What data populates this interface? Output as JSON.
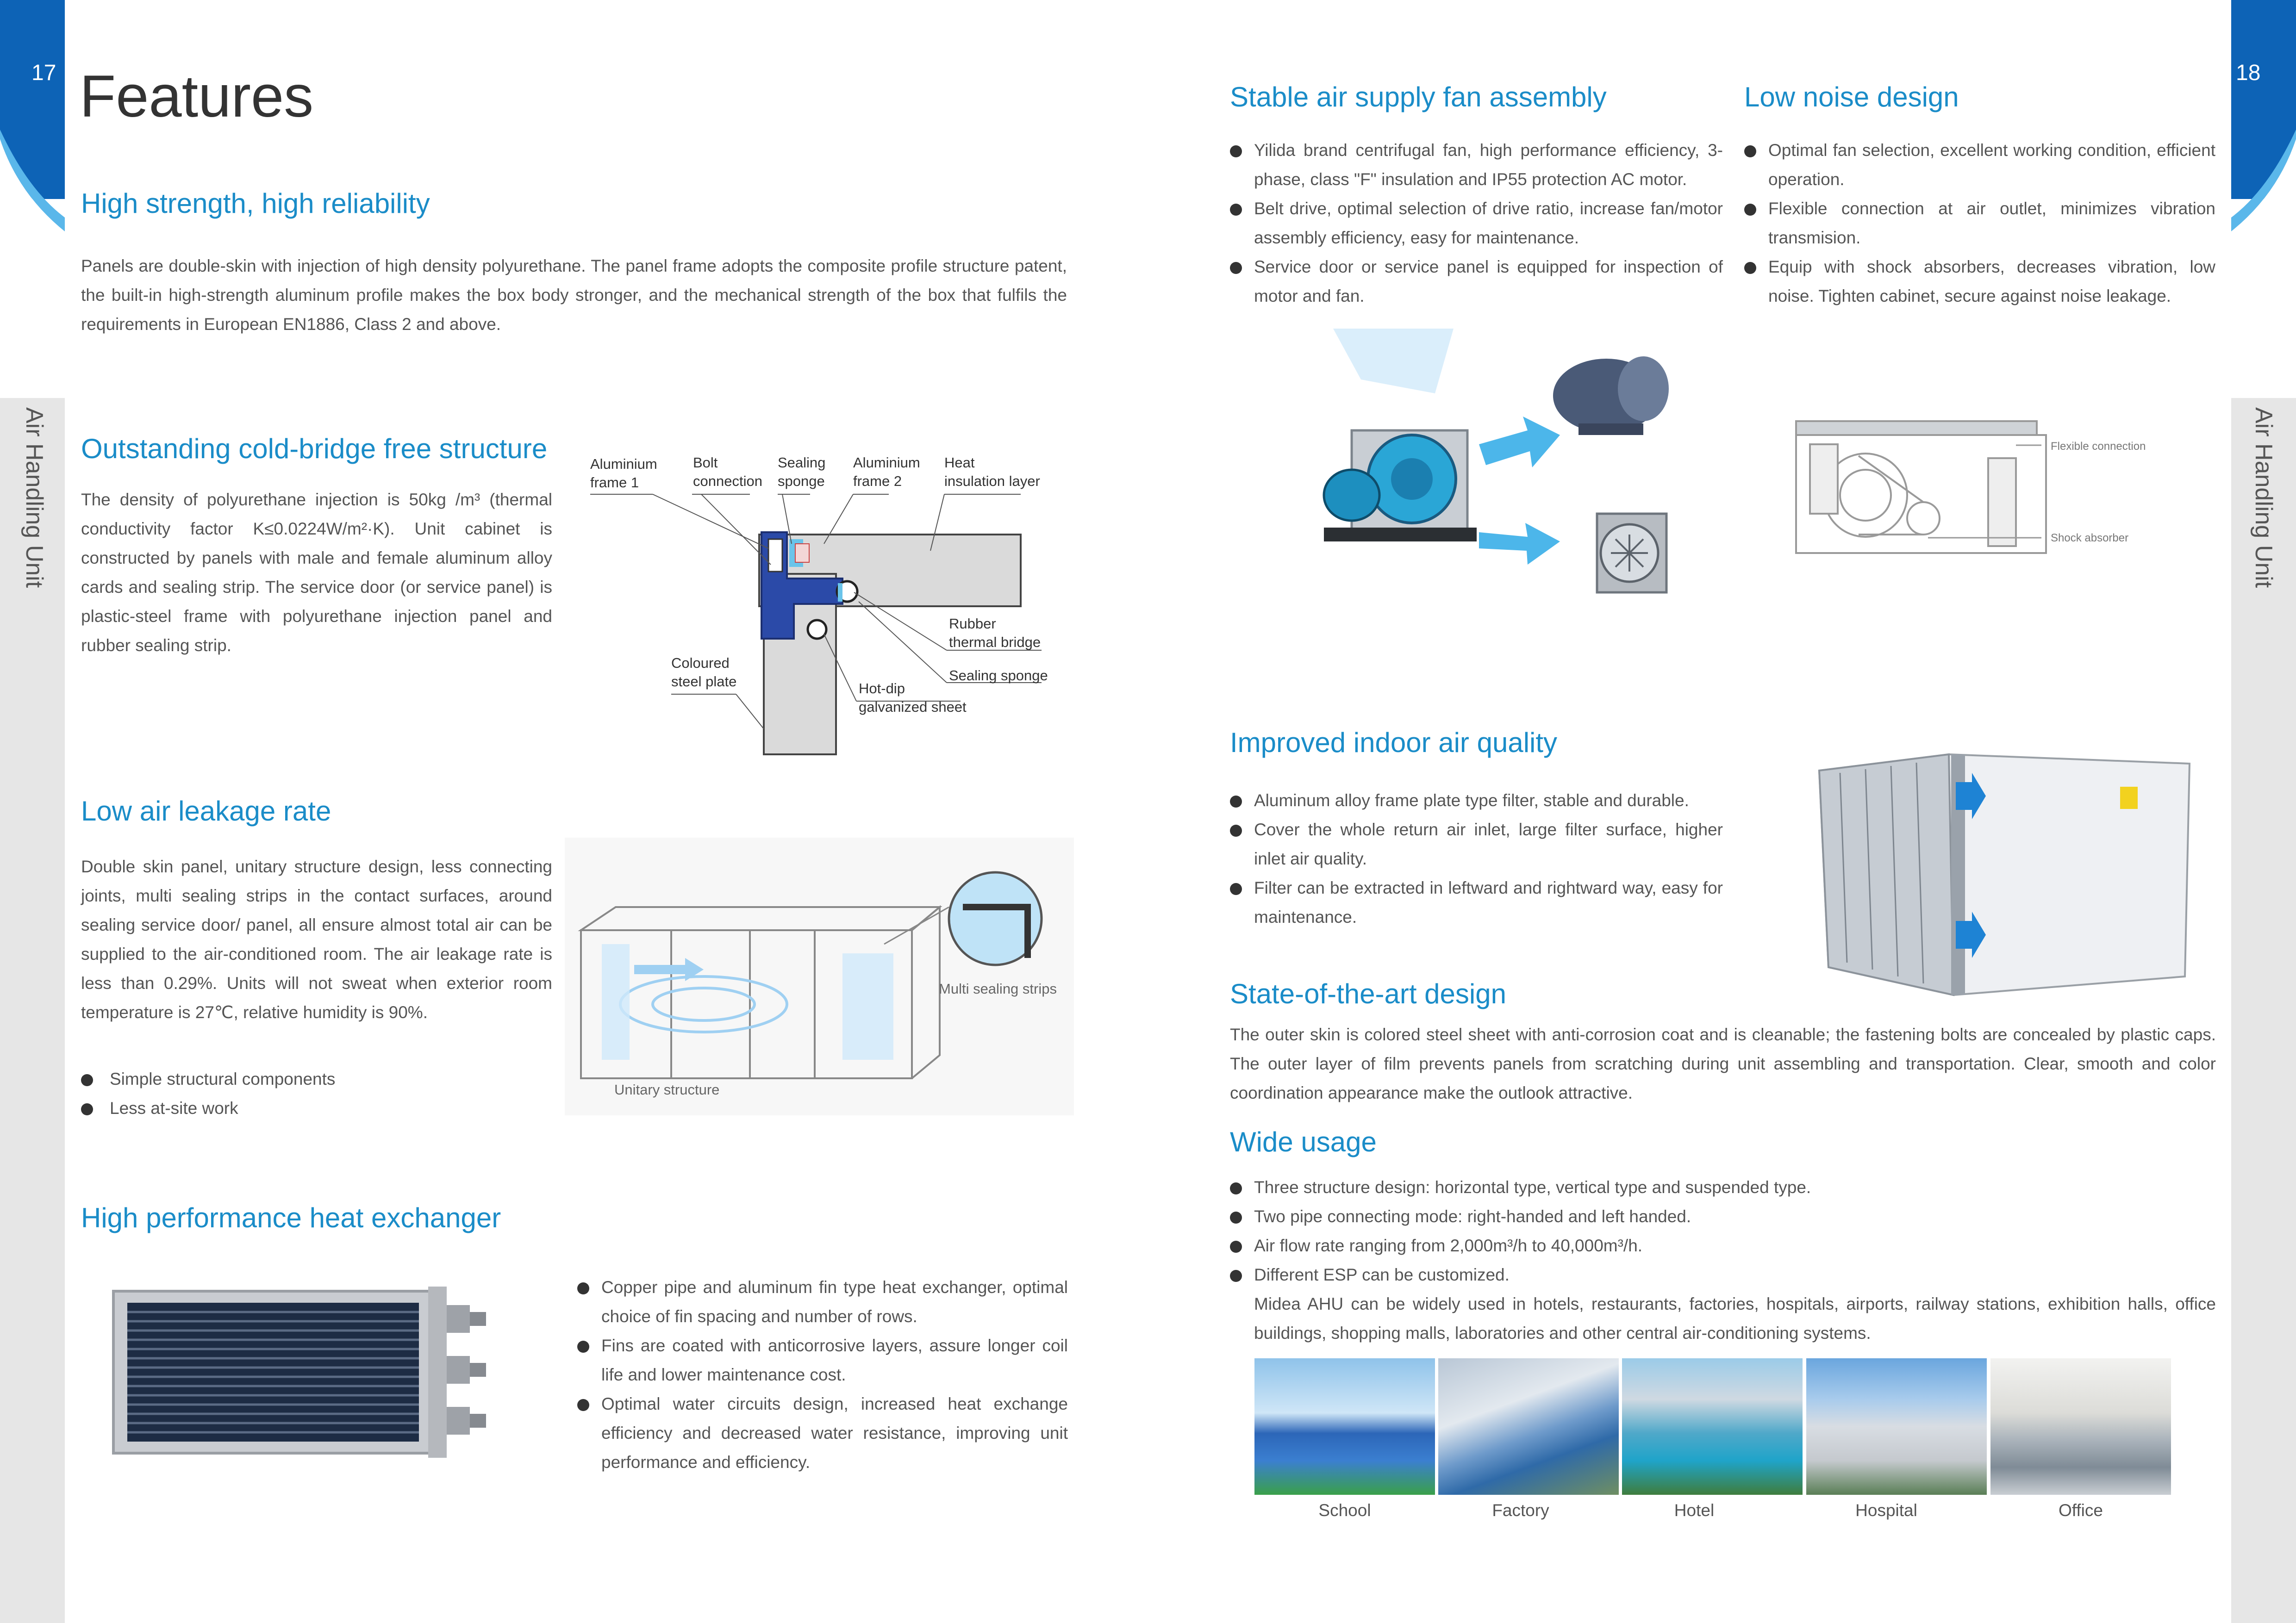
{
  "pages": {
    "left": "17",
    "right": "18"
  },
  "side_tab": "Air Handling Unit",
  "title": "Features",
  "strength": {
    "heading": "High strength, high reliability",
    "text": "Panels are double-skin with injection of high density polyurethane. The panel frame adopts the composite profile structure patent, the built-in high-strength aluminum profile makes the box body stronger, and the mechanical strength of the box that fulfils the requirements in European EN1886, Class 2 and above."
  },
  "coldbridge": {
    "heading": "Outstanding cold-bridge free structure",
    "text": "The density of polyurethane injection is 50kg /m³ (thermal conductivity factor K≤0.0224W/m²·K). Unit cabinet is constructed by panels with male and female aluminum alloy cards and sealing strip. The service door (or service panel) is plastic-steel frame with polyurethane injection panel and rubber sealing strip.",
    "labels": {
      "alu1": "Aluminium\nframe 1",
      "bolt": "Bolt\nconnection",
      "sealing": "Sealing\nsponge",
      "alu2": "Aluminium\nframe 2",
      "heat": "Heat\ninsulation layer",
      "rubber": "Rubber\nthermal bridge",
      "sponge2": "Sealing sponge",
      "coloured": "Coloured\nsteel plate",
      "hotdip": "Hot-dip\ngalvanized sheet"
    }
  },
  "leakage": {
    "heading": "Low air leakage rate",
    "text": "Double skin panel, unitary structure design, less connecting joints, multi sealing strips in the contact surfaces, around sealing service door/ panel, all ensure almost total air can be supplied to the air-conditioned room. The air leakage rate is less than 0.29%. Units will not sweat when exterior room temperature is 27℃, relative humidity is 90%.",
    "bullets": [
      "Simple structural components",
      "Less at-site work"
    ],
    "multi_label": "Multi sealing strips",
    "unitary_label": "Unitary structure"
  },
  "exchanger": {
    "heading": "High performance heat exchanger",
    "bullets": [
      "Copper pipe and aluminum fin type heat exchanger, optimal choice of fin spacing and number of rows.",
      "Fins are coated with anticorrosive layers, assure longer coil life and lower maintenance cost.",
      "Optimal water circuits design, increased heat exchange efficiency and decreased water resistance, improving unit performance and efficiency."
    ]
  },
  "fan": {
    "heading": "Stable air supply fan assembly",
    "bullets": [
      "Yilida brand centrifugal fan, high performance efficiency, 3-phase, class \"F\" insulation and IP55 protection AC motor.",
      "Belt drive, optimal selection of drive ratio, increase fan/motor assembly efficiency, easy for maintenance.",
      "Service door or service panel is equipped for  inspection of motor and fan."
    ]
  },
  "noise": {
    "heading": "Low noise design",
    "bullets": [
      "Optimal fan selection, excellent working condition, efficient operation.",
      "Flexible connection at air outlet, minimizes vibration transmision.",
      "Equip with shock absorbers, decreases vibration, low noise. Tighten cabinet, secure against noise leakage."
    ],
    "flex_label": "Flexible connection",
    "shock_label": "Shock absorber"
  },
  "indoor": {
    "heading": "Improved indoor air quality",
    "bullets": [
      "Aluminum alloy frame plate type filter, stable and durable.",
      "Cover the whole return air inlet, large filter surface, higher inlet air quality.",
      "Filter can be extracted in leftward and rightward way, easy for maintenance."
    ]
  },
  "design": {
    "heading": "State-of-the-art design",
    "text": "The outer skin is colored steel sheet with anti-corrosion coat and is cleanable; the fastening bolts are concealed by plastic caps. The outer layer of film prevents panels from scratching during unit assembling and transportation. Clear, smooth and color coordination appearance make the outlook attractive."
  },
  "usage": {
    "heading": "Wide usage",
    "bullets": [
      "Three structure design: horizontal type, vertical type and suspended type.",
      "Two pipe connecting mode: right-handed and left handed.",
      "Air flow rate ranging from 2,000m³/h to 40,000m³/h.",
      "Different ESP can be customized."
    ],
    "note": "Midea AHU can be widely used in hotels, restaurants, factories, hospitals, airports, railway stations, exhibition halls, office buildings, shopping malls, laboratories and other central air-conditioning systems.",
    "photos": [
      "School",
      "Factory",
      "Hotel",
      "Hospital",
      "Office"
    ]
  },
  "colors": {
    "accent": "#1a8cc8",
    "brand_blue": "#0d63b6",
    "sidebar": "#e6e6e6"
  }
}
